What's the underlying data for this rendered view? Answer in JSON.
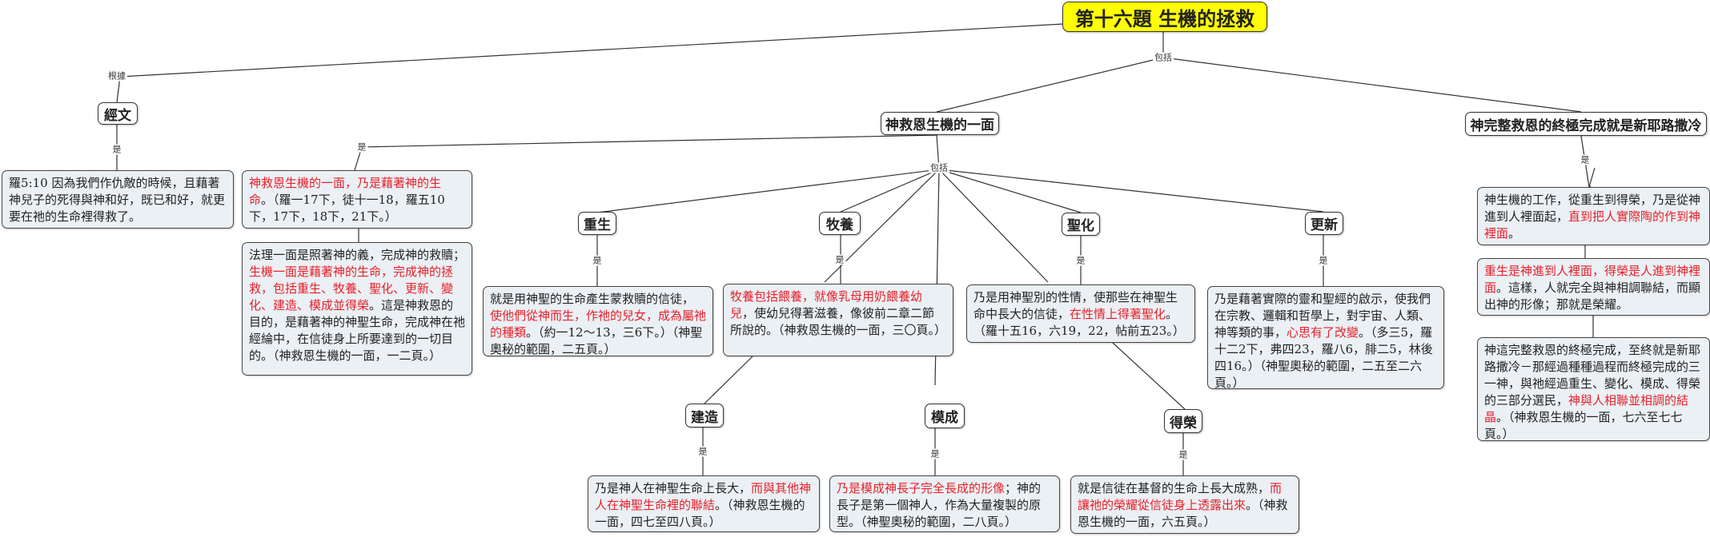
{
  "title": "第十六題  生機的拯救",
  "link_labels": {
    "basis": "根據",
    "includes_top": "包括",
    "is_scripture": "是",
    "is_aspect": "是",
    "includes_mid": "包括",
    "is_regen": "是",
    "is_nourish": "是",
    "is_sanct": "是",
    "is_renew": "是",
    "is_build": "是",
    "is_conform": "是",
    "is_glory": "是",
    "is_complete": "是"
  },
  "nodes": {
    "scripture": "經文",
    "aspect": "神救恩生機的一面",
    "completion": "神完整救恩的終極完成就是新耶路撒冷",
    "regeneration": "重生",
    "nourishing": "牧養",
    "sanctification": "聖化",
    "renewing": "更新",
    "building": "建造",
    "conformation": "模成",
    "glorification": "得榮"
  },
  "texts": {
    "scripture": {
      "a": "羅5:10  因為我們作仇敵的時候，且藉著神兒子的死得與神和好，既已和好，就更要在祂的生命裡得救了。"
    },
    "aspect1": {
      "red": "神救恩生機的一面，乃是藉著神的生命",
      "b": "。（羅一17下，徒十一18，羅五10下，17下，18下，21下。）"
    },
    "aspect2": {
      "a": "法理一面是照著神的義，完成神的救贖；",
      "red": "生機一面是藉著神的生命，完成神的拯救，包括重生、牧養、聖化、更新、變化、建造、模成並得榮",
      "b": "。這是神救恩的目的，是藉著神的神聖生命，完成神在祂經綸中，在信徒身上所要達到的一切目的。（神救恩生機的一面，一二頁。）"
    },
    "regeneration": {
      "a": "就是用神聖的生命產生蒙救贖的信徒，",
      "red": "使他們從神而生，作祂的兒女，成為屬祂的種類",
      "b": "。（約一12～13，三6下。）（神聖奧秘的範圍，二五頁。）"
    },
    "nourishing": {
      "red": "牧養包括餵養，就像乳母用奶餵養幼兒",
      "b": "，使幼兒得著滋養，像彼前二章二節所說的。（神救恩生機的一面，三〇頁。）"
    },
    "sanctification": {
      "a": "乃是用神聖別的性情，使那些在神聖生命中長大的信徒，",
      "red": "在性情上得著聖化",
      "b": "。（羅十五16，六19，22，帖前五23。）"
    },
    "renewing": {
      "a": "乃是藉著實際的靈和聖經的啟示，使我們在宗教、邏輯和哲學上，對宇宙、人類、神等類的事，",
      "red": "心思有了改變",
      "b": "。（多三5，羅十二2下，弗四23，羅八6，腓二5，林後四16。）（神聖奧秘的範圍，二五至二六頁。）"
    },
    "building": {
      "a": "乃是神人在神聖生命上長大，",
      "red": "而與其他神人在神聖生命裡的聯結",
      "b": "。（神救恩生機的一面，四七至四八頁。）"
    },
    "conformation": {
      "red": "乃是模成神長子完全長成的形像",
      "b": "；神的長子是第一個神人，作為大量複製的原型。（神聖奧秘的範圍，二八頁。）"
    },
    "glorification": {
      "a": "就是信徒在基督的生命上長大成熟，",
      "red": "而讓祂的榮耀從信徒身上透露出來",
      "b": "。（神救恩生機的一面，六五頁。）"
    },
    "completion1": {
      "a": "神生機的工作，從重生到得榮，乃是從神進到人裡面起，",
      "red": "直到把人實際陶的作到神裡面",
      "b": "。"
    },
    "completion2": {
      "red": "重生是神進到人裡面，得榮是人進到神裡面",
      "b": "。這樣，人就完全與神相調聯結，而顯出神的形像；那就是榮耀。"
    },
    "completion3": {
      "a": "神這完整救恩的終極完成，至終就是新耶路撒冷－那經過種種過程而終極完成的三一神，與祂經過重生、變化、模成、得榮的三部分選民，",
      "red": "神與人相聯並相調的結晶",
      "b": "。（神救恩生機的一面，七六至七七頁。）"
    }
  }
}
